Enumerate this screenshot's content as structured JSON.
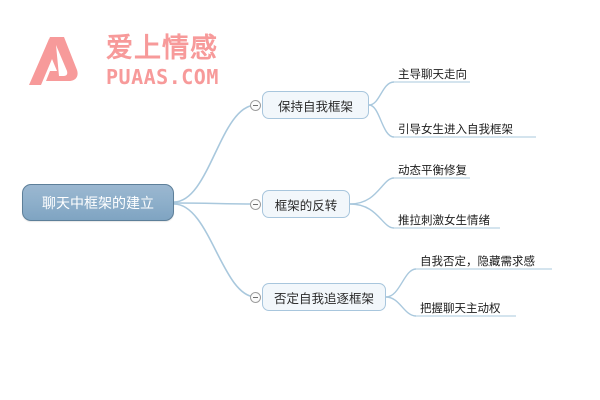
{
  "logo": {
    "name": "puaas-logo",
    "cn_text": "爱上情感",
    "en_text": "PUAAS.COM",
    "color": "#f79a9a"
  },
  "mindmap": {
    "root": {
      "label": "聊天中框架的建立",
      "fill": "#8fb0cb",
      "border": "#5d7f99",
      "text_color": "#ffffff"
    },
    "branch_fill": "#f2f7fb",
    "branch_border": "#a8c6dd",
    "connector_color": "#a9c8dd",
    "branches": [
      {
        "label": "保持自我框架",
        "leaves": [
          {
            "label": "主导聊天走向"
          },
          {
            "label": "引导女生进入自我框架"
          }
        ]
      },
      {
        "label": "框架的反转",
        "leaves": [
          {
            "label": "动态平衡修复"
          },
          {
            "label": "推拉刺激女生情绪"
          }
        ]
      },
      {
        "label": "否定自我追逐框架",
        "leaves": [
          {
            "label": "自我否定，隐藏需求感"
          },
          {
            "label": "把握聊天主动权"
          }
        ]
      }
    ]
  }
}
